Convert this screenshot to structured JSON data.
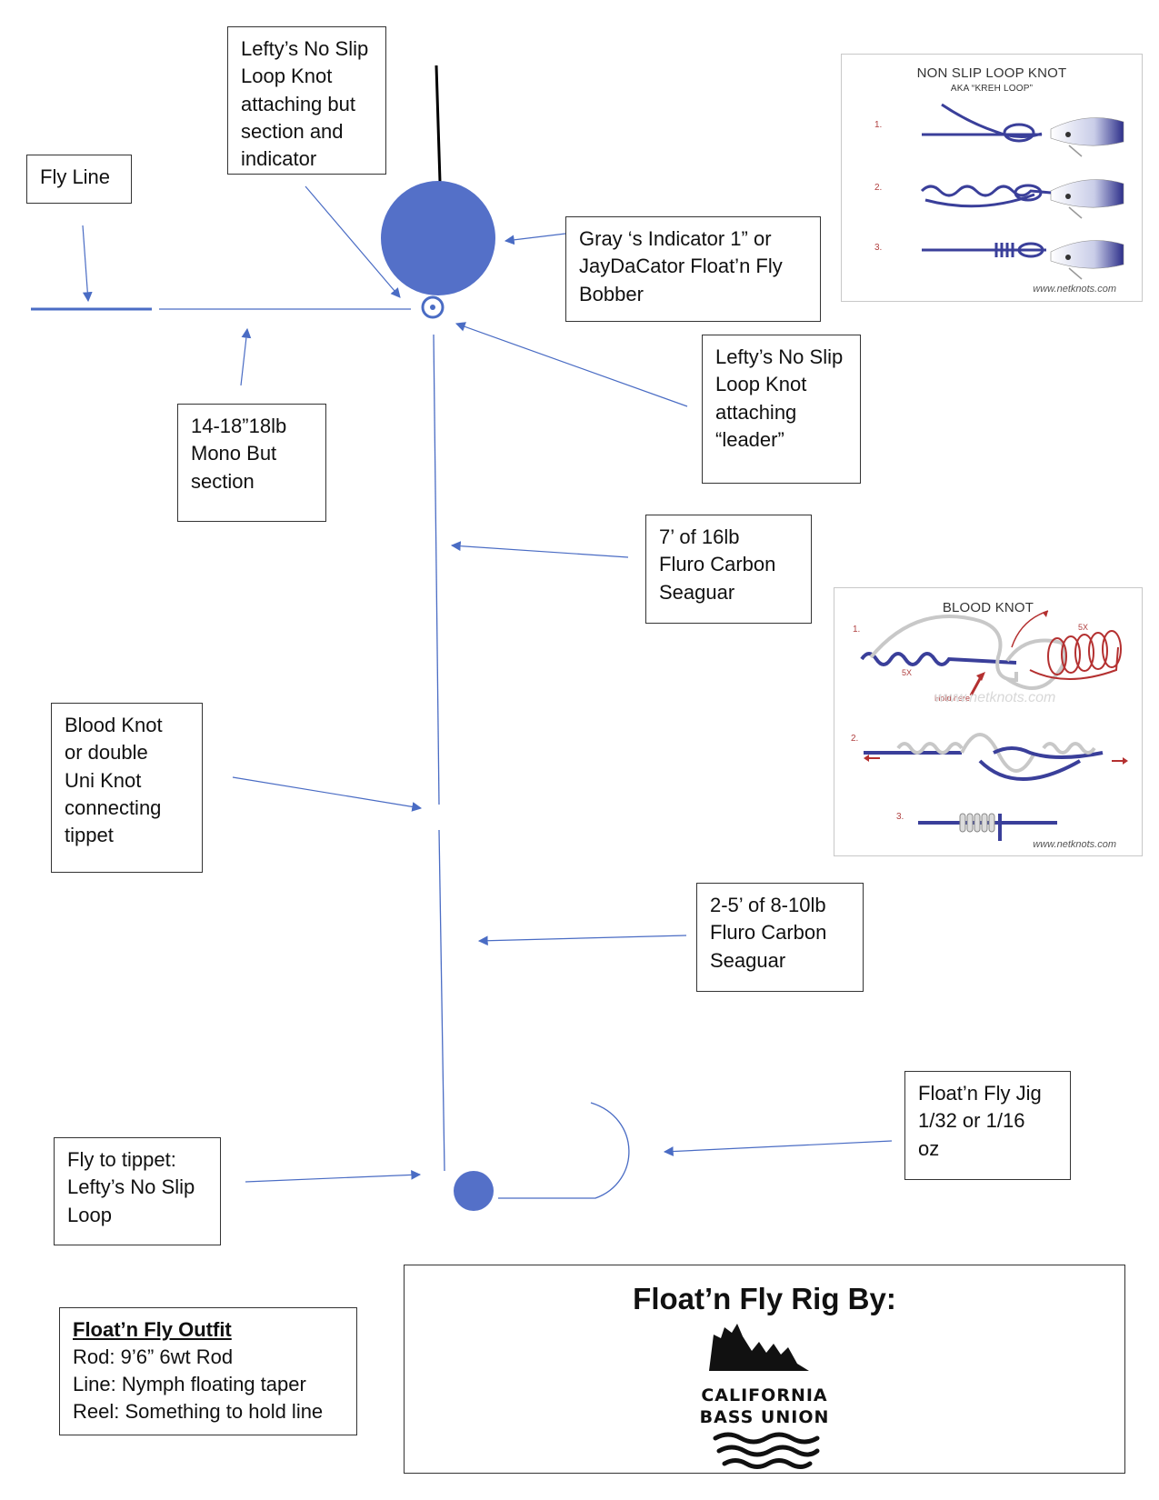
{
  "labels": {
    "fly_line": "Fly Line",
    "loop_knot_butt": "Lefty’s No Slip\nLoop Knot\nattaching but\nsection and\nindicator",
    "indicator": "Gray ‘s Indicator 1” or\nJayDaCator Float’n Fly\nBobber",
    "butt_section": "14-18”18lb\nMono But\nsection",
    "loop_knot_leader": "Lefty’s No Slip\nLoop Knot\nattaching\n“leader”",
    "leader": "7’ of 16lb\nFluro Carbon\nSeaguar",
    "blood_knot": "Blood Knot\nor double\nUni Knot\nconnecting\ntippet",
    "tippet": "2-5’ of 8-10lb\nFluro Carbon\nSeaguar",
    "jig": "Float’n Fly Jig\n1/32 or 1/16\noz",
    "fly_to_tippet": "Fly to tippet:\nLefty’s No Slip\nLoop"
  },
  "outfit": {
    "title": "Float’n Fly Outfit",
    "rod": "Rod: 9’6” 6wt Rod",
    "line": "Line: Nymph floating taper",
    "reel": "Reel: Something to hold line"
  },
  "credit": {
    "title": "Float’n Fly Rig By:",
    "logo_line1": "CALIFORNIA",
    "logo_line2": "BASS UNION"
  },
  "reference_nonslip": {
    "title": "NON SLIP LOOP KNOT",
    "subtitle": "AKA “KREH LOOP”",
    "steps": [
      "1.",
      "2.",
      "3."
    ],
    "url": "www.netknots.com"
  },
  "reference_blood": {
    "title": "BLOOD KNOT",
    "steps": [
      "1.",
      "2.",
      "3."
    ],
    "note_5x_a": "5X",
    "note_5x_b": "5X",
    "note_hold": "Hold here",
    "watermark": "www.netknots.com",
    "url": "www.netknots.com"
  },
  "colors": {
    "line_blue": "#4a6cc4",
    "fill_blue": "#5470c8",
    "box_border": "#333333",
    "knot_red": "#b43030"
  }
}
